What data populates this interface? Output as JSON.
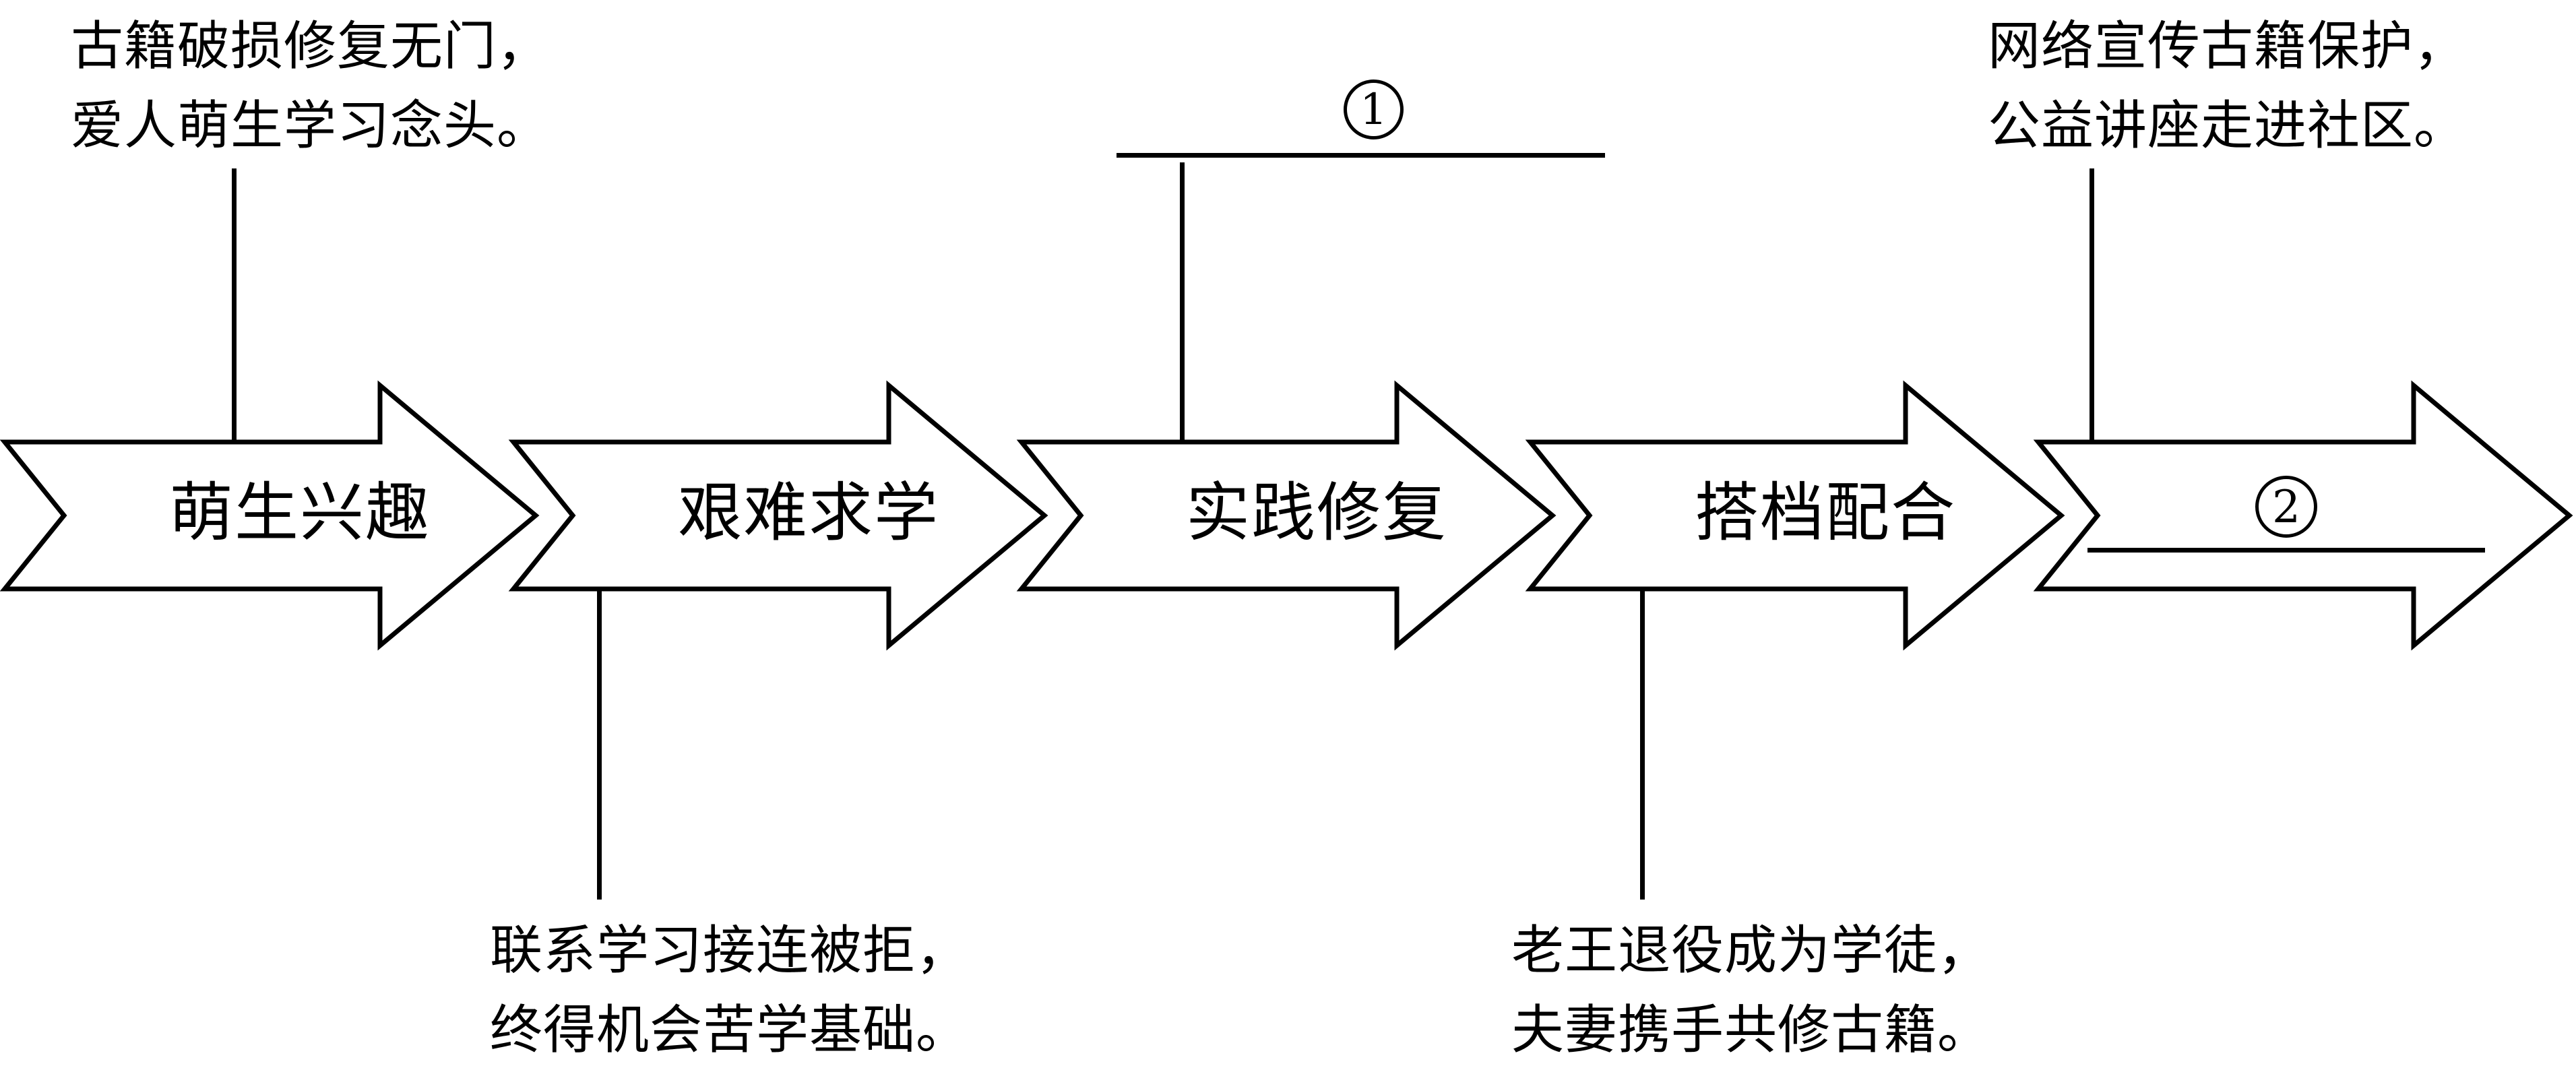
{
  "page": {
    "background_color": "#ffffff",
    "ink_color": "#000000",
    "type": "flow-chart with five block arrows, two numbered blanks and four annotations"
  },
  "flow": {
    "steps": [
      {
        "label": "萌生兴趣"
      },
      {
        "label": "艰难求学"
      },
      {
        "label": "实践修复"
      },
      {
        "label": "搭档配合"
      },
      {
        "label": "②"
      }
    ],
    "blank1": {
      "symbol": "①",
      "digit": "1"
    },
    "blank2": {
      "symbol": "②",
      "digit": "2"
    },
    "annotations": {
      "top_left": {
        "lines": [
          "古籍破损修复无门，",
          "爱人萌生学习念头。"
        ],
        "attached_to": "萌生兴趣"
      },
      "bottom_left": {
        "lines": [
          "联系学习接连被拒，",
          "终得机会苦学基础。"
        ],
        "attached_to": "艰难求学"
      },
      "top_middle": {
        "lines": [
          "①"
        ],
        "attached_to": "实践修复"
      },
      "bottom_right": {
        "lines": [
          "老王退役成为学徒，",
          "夫妻携手共修古籍。"
        ],
        "attached_to": "搭档配合"
      },
      "top_right": {
        "lines": [
          "网络宣传古籍保护，",
          "公益讲座走进社区。"
        ],
        "attached_to": "②"
      }
    }
  }
}
